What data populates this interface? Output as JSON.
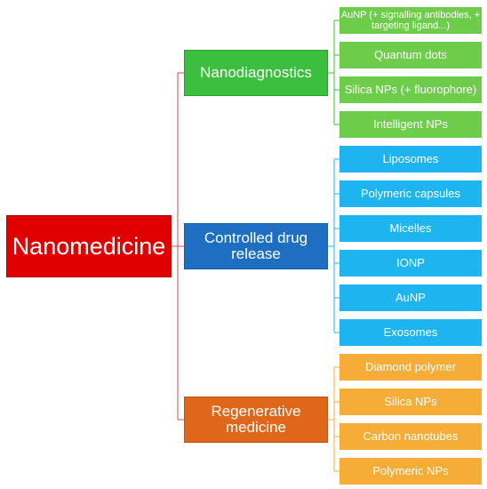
{
  "root": {
    "label": "Nanomedicine",
    "color": "#e00000"
  },
  "categories": [
    {
      "label": "Nanodiagnostics",
      "color": "#3cbe3f",
      "leaf_color": "#6dcc4a",
      "leaves": [
        "AuNP (+ signalling antibodies, + targeting ligand...)",
        "Quantum dots",
        "Silica NPs (+ fluorophore)",
        "Intelligent NPs"
      ]
    },
    {
      "label": "Controlled drug release",
      "color": "#1e6fc2",
      "leaf_color": "#1eb4f0",
      "leaves": [
        "Liposomes",
        "Polymeric capsules",
        "Micelles",
        "IONP",
        "AuNP",
        "Exosomes"
      ]
    },
    {
      "label": "Regenerative medicine",
      "color": "#e0661a",
      "leaf_color": "#f5ad38",
      "leaves": [
        "Diamond polymer",
        "Silica NPs",
        "Carbon nanotubes",
        "Polymeric NPs"
      ]
    }
  ],
  "connector_colors": {
    "root": "#c0504d",
    "nanodiagnostics": "#3cbe3f",
    "controlled_drug_release": "#1eb4f0",
    "regenerative_medicine": "#f5ad38"
  }
}
